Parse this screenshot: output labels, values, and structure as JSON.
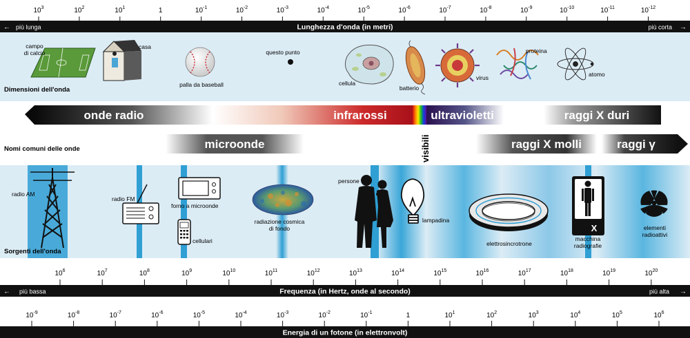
{
  "wavelength": {
    "title": "Lunghezza d'onda (in metri)",
    "left_label": "più lunga",
    "right_label": "più corta",
    "ticks": [
      {
        "base": "10",
        "exp": "3"
      },
      {
        "base": "10",
        "exp": "2"
      },
      {
        "base": "10",
        "exp": "1"
      },
      {
        "base": "1",
        "exp": ""
      },
      {
        "base": "10",
        "exp": "-1"
      },
      {
        "base": "10",
        "exp": "-2"
      },
      {
        "base": "10",
        "exp": "-3"
      },
      {
        "base": "10",
        "exp": "-4"
      },
      {
        "base": "10",
        "exp": "-5"
      },
      {
        "base": "10",
        "exp": "-6"
      },
      {
        "base": "10",
        "exp": "-7"
      },
      {
        "base": "10",
        "exp": "-8"
      },
      {
        "base": "10",
        "exp": "-9"
      },
      {
        "base": "10",
        "exp": "-10"
      },
      {
        "base": "10",
        "exp": "-11"
      },
      {
        "base": "10",
        "exp": "-12"
      }
    ]
  },
  "size_band": {
    "title": "Dimensioni dell'onda",
    "items": {
      "campo_line1": "campo",
      "campo_line2": "di calcio",
      "casa": "casa",
      "palla": "palla da baseball",
      "punto": "questo punto",
      "cellula": "cellula",
      "batterio": "batterio",
      "virus": "virus",
      "proteina": "proteina",
      "atomo": "atomo"
    }
  },
  "names": {
    "title": "Nomi comuni delle onde",
    "radio": "onde radio",
    "infrarossi": "infrarossi",
    "ultravioletti": "ultravioletti",
    "xhard": "raggi X duri",
    "micro": "microonde",
    "visibili": "visibili",
    "xsoft": "raggi X molli",
    "gamma": "raggi γ"
  },
  "sources": {
    "title": "Sorgenti dell'onda",
    "items": {
      "radio_am": "radio AM",
      "radio_fm": "radio FM",
      "forno": "forno a microonde",
      "cellulari": "cellulari",
      "cosmica_line1": "radiazione cosmica",
      "cosmica_line2": "di fondo",
      "persone": "persone",
      "lampadina": "lampadina",
      "elettro": "elettrosincrotrone",
      "macchina_line1": "macchina",
      "macchina_line2": "radiografie",
      "elementi_line1": "elementi",
      "elementi_line2": "radioattivi",
      "x_mark": "X"
    }
  },
  "frequency": {
    "title": "Frequenza (in Hertz, onde al secondo)",
    "left_label": "più bassa",
    "right_label": "più alta",
    "ticks": [
      {
        "base": "10",
        "exp": "6"
      },
      {
        "base": "10",
        "exp": "7"
      },
      {
        "base": "10",
        "exp": "8"
      },
      {
        "base": "10",
        "exp": "9"
      },
      {
        "base": "10",
        "exp": "10"
      },
      {
        "base": "10",
        "exp": "11"
      },
      {
        "base": "10",
        "exp": "12"
      },
      {
        "base": "10",
        "exp": "13"
      },
      {
        "base": "10",
        "exp": "14"
      },
      {
        "base": "10",
        "exp": "15"
      },
      {
        "base": "10",
        "exp": "16"
      },
      {
        "base": "10",
        "exp": "17"
      },
      {
        "base": "10",
        "exp": "18"
      },
      {
        "base": "10",
        "exp": "19"
      },
      {
        "base": "10",
        "exp": "20"
      }
    ]
  },
  "energy": {
    "title": "Energia di un fotone (in elettronvolt)",
    "ticks": [
      {
        "base": "10",
        "exp": "-9"
      },
      {
        "base": "10",
        "exp": "-8"
      },
      {
        "base": "10",
        "exp": "-7"
      },
      {
        "base": "10",
        "exp": "-6"
      },
      {
        "base": "10",
        "exp": "-5"
      },
      {
        "base": "10",
        "exp": "-4"
      },
      {
        "base": "10",
        "exp": "-3"
      },
      {
        "base": "10",
        "exp": "-2"
      },
      {
        "base": "10",
        "exp": "-1"
      },
      {
        "base": "1",
        "exp": ""
      },
      {
        "base": "10",
        "exp": "1"
      },
      {
        "base": "10",
        "exp": "2"
      },
      {
        "base": "10",
        "exp": "3"
      },
      {
        "base": "10",
        "exp": "4"
      },
      {
        "base": "10",
        "exp": "5"
      },
      {
        "base": "10",
        "exp": "6"
      }
    ]
  },
  "colors": {
    "band_bg": "#dcecf5",
    "band_blue": "#2f9fd4",
    "bar_dark": "#111111",
    "infrared": "#c4141e"
  }
}
